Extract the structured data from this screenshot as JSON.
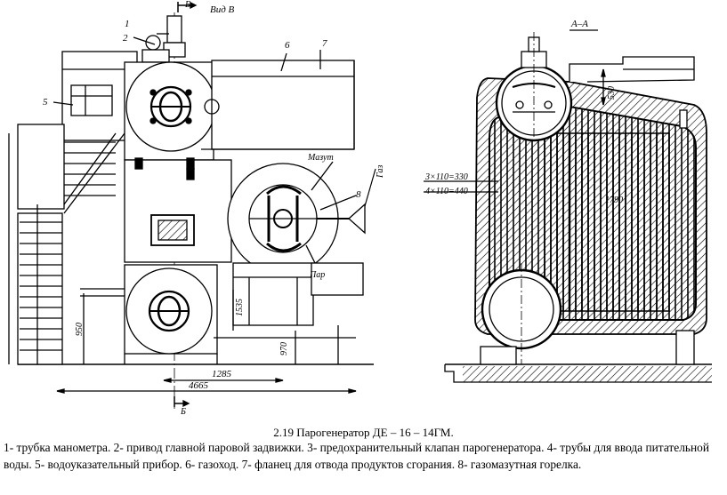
{
  "drawing_labels": {
    "view_b": "Вид В",
    "section": "А–А",
    "arrow_top": "Б",
    "arrow_bottom": "Б",
    "num_1": "1",
    "num_2": "2",
    "num_5": "5",
    "num_6": "6",
    "num_7": "7",
    "num_8": "8",
    "mazut": "Мазут",
    "gaz": "Газ",
    "par": "Пар",
    "dim_1285": "1285",
    "dim_4665": "4665",
    "dim_950": "950",
    "dim_970": "970",
    "dim_1535": "1535",
    "dim_530": "530",
    "dim_1790": "1790",
    "spec_1": "3×110=330",
    "spec_2": "4×110=440"
  },
  "caption": {
    "title": "2.19  Парогенератор ДЕ – 16 – 14ГМ.",
    "text": "1- трубка манометра.  2- привод главной паровой задвижки.  3- предохранительный клапан парогенератора.  4- трубы для ввода питательной воды.  5- водоуказательный прибор.  6- газоход.  7- фланец для отвода продуктов сгорания.  8- газомазутная горелка."
  }
}
